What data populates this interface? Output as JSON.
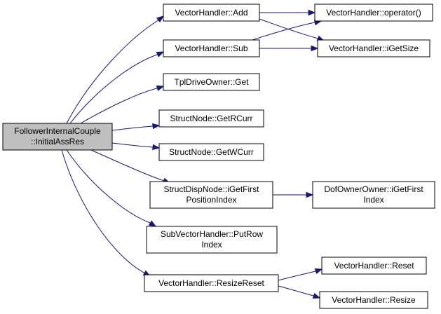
{
  "diagram": {
    "type": "call-graph",
    "colors": {
      "edge": "#191970",
      "root_fill": "#bfbfbf",
      "node_fill": "#ffffff",
      "border": "#000000"
    },
    "nodes": [
      {
        "id": "root",
        "lines": [
          "FollowerInternalCouple",
          "::InitialAssRes"
        ]
      },
      {
        "id": "add",
        "lines": [
          "VectorHandler::Add"
        ]
      },
      {
        "id": "sub",
        "lines": [
          "VectorHandler::Sub"
        ]
      },
      {
        "id": "opcall",
        "lines": [
          "VectorHandler::operator()"
        ]
      },
      {
        "id": "getsize",
        "lines": [
          "VectorHandler::iGetSize"
        ]
      },
      {
        "id": "tplget",
        "lines": [
          "TplDriveOwner::Get"
        ]
      },
      {
        "id": "getrcurr",
        "lines": [
          "StructNode::GetRCurr"
        ]
      },
      {
        "id": "getwcurr",
        "lines": [
          "StructNode::GetWCurr"
        ]
      },
      {
        "id": "dispnode",
        "lines": [
          "StructDispNode::iGetFirst",
          "PositionIndex"
        ]
      },
      {
        "id": "dofowner",
        "lines": [
          "DofOwnerOwner::iGetFirst",
          "Index"
        ]
      },
      {
        "id": "putrow",
        "lines": [
          "SubVectorHandler::PutRow",
          "Index"
        ]
      },
      {
        "id": "resizereset",
        "lines": [
          "VectorHandler::ResizeReset"
        ]
      },
      {
        "id": "reset",
        "lines": [
          "VectorHandler::Reset"
        ]
      },
      {
        "id": "resize",
        "lines": [
          "VectorHandler::Resize"
        ]
      }
    ],
    "edges": [
      {
        "from": "root",
        "to": "add"
      },
      {
        "from": "root",
        "to": "sub"
      },
      {
        "from": "root",
        "to": "tplget"
      },
      {
        "from": "root",
        "to": "getrcurr"
      },
      {
        "from": "root",
        "to": "getwcurr"
      },
      {
        "from": "root",
        "to": "dispnode"
      },
      {
        "from": "root",
        "to": "putrow"
      },
      {
        "from": "root",
        "to": "resizereset"
      },
      {
        "from": "add",
        "to": "opcall"
      },
      {
        "from": "add",
        "to": "getsize"
      },
      {
        "from": "sub",
        "to": "opcall"
      },
      {
        "from": "sub",
        "to": "getsize"
      },
      {
        "from": "dispnode",
        "to": "dofowner"
      },
      {
        "from": "resizereset",
        "to": "reset"
      },
      {
        "from": "resizereset",
        "to": "resize"
      }
    ]
  }
}
